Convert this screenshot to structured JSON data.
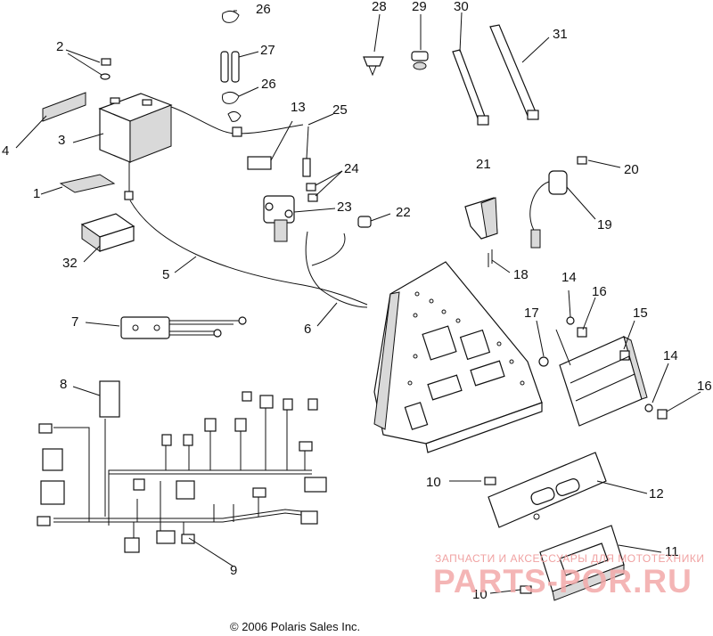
{
  "diagram": {
    "callouts": {
      "c1": "1",
      "c2": "2",
      "c3": "3",
      "c4": "4",
      "c5": "5",
      "c6": "6",
      "c7": "7",
      "c8": "8",
      "c9": "9",
      "c10a": "10",
      "c10b": "10",
      "c11": "11",
      "c12": "12",
      "c13": "13",
      "c14a": "14",
      "c14b": "14",
      "c15": "15",
      "c16a": "16",
      "c16b": "16",
      "c17": "17",
      "c18": "18",
      "c19": "19",
      "c20": "20",
      "c21": "21",
      "c22": "22",
      "c23": "23",
      "c24": "24",
      "c25": "25",
      "c26a": "26",
      "c26b": "26",
      "c27": "27",
      "c28": "28",
      "c29": "29",
      "c30": "30",
      "c31": "31",
      "c32": "32"
    },
    "copyright": "© 2006 Polaris Sales Inc."
  },
  "watermark": {
    "tagline": "ЗАПЧАСТИ И АКСЕССУАРЫ ДЛЯ МОТОТЕХНИКИ",
    "brand": "PARTS-POR.RU"
  },
  "colors": {
    "line": "#111111",
    "watermark": "#f3a9a9"
  }
}
